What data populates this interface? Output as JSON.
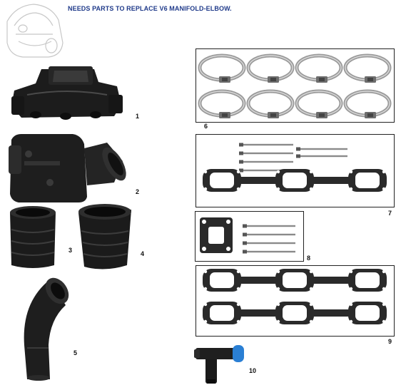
{
  "header": {
    "title": "NEEDS PARTS TO REPLACE V6 MANIFOLD-ELBOW."
  },
  "parts": {
    "p1": "1",
    "p2": "2",
    "p3": "3",
    "p4": "4",
    "p5": "5",
    "p6": "6",
    "p7": "7",
    "p8": "8",
    "p9": "9",
    "p10": "10"
  },
  "colors": {
    "title": "#1f3a8a",
    "part": "#1c1c1c",
    "cap": "#2a7fd4"
  }
}
